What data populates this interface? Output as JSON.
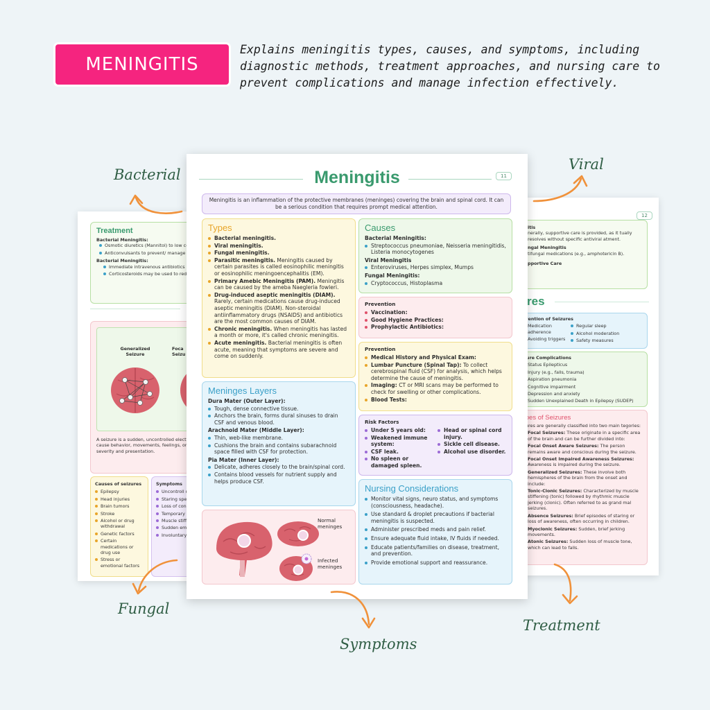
{
  "header": {
    "badge": "MENINGITIS",
    "description": "Explains meningitis types, causes, and symptoms, including diagnostic methods, treatment approaches, and nursing care to prevent complications and manage infection effectively."
  },
  "callouts": {
    "bacterial": "Bacterial",
    "viral": "Viral",
    "fungal": "Fungal",
    "symptoms": "Symptoms",
    "treatment": "Treatment"
  },
  "main": {
    "title": "Meningitis",
    "page_no": "11",
    "intro": "Meningitis is an inflammation of the protective membranes (meninges) covering the brain and spinal cord. It can be a serious condition that requires prompt medical attention.",
    "types": {
      "heading": "Types",
      "items": [
        {
          "b": "Bacterial meningitis.",
          "t": ""
        },
        {
          "b": "Viral meningitis.",
          "t": ""
        },
        {
          "b": "Fungal meningitis.",
          "t": ""
        },
        {
          "b": "Parasitic meningitis.",
          "t": " Meningitis caused by certain parasites is called eosinophilic meningitis or eosinophilic meningoencephalitis (EM)."
        },
        {
          "b": "Primary Amebic Meningitis (PAM).",
          "t": " Meningitis can be caused by the ameba Naegleria fowleri."
        },
        {
          "b": "Drug-induced aseptic meningitis (DIAM).",
          "t": " Rarely, certain medications cause drug-induced aseptic meningitis (DIAM). Non-steroidal antiinflammatory drugs (NSAIDS) and antibiotics are the most common causes of DIAM."
        },
        {
          "b": "Chronic meningitis.",
          "t": " When meningitis has lasted a month or more, it's called chronic meningitis."
        },
        {
          "b": "Acute meningitis.",
          "t": " Bacterial meningitis is often acute, meaning that symptoms are severe and come on suddenly."
        }
      ]
    },
    "layers": {
      "heading": "Meninges Layers",
      "groups": [
        {
          "h": "Dura Mater (Outer Layer):",
          "items": [
            "Tough, dense connective tissue.",
            "Anchors the brain, forms dural sinuses to drain CSF and venous blood."
          ]
        },
        {
          "h": "Arachnoid Mater (Middle Layer):",
          "items": [
            "Thin, web-like membrane.",
            "Cushions the brain and contains subarachnoid space filled with CSF for protection."
          ]
        },
        {
          "h": "Pia Mater (Inner Layer):",
          "items": [
            "Delicate, adheres closely to the brain/spinal cord.",
            "Contains blood vessels for nutrient supply and helps produce CSF."
          ]
        }
      ]
    },
    "image_labels": {
      "normal": "Normal meninges",
      "infected": "Infected meninges"
    },
    "causes": {
      "heading": "Causes",
      "groups": [
        {
          "h": "Bacterial Meningitis:",
          "items": [
            "Streptococcus pneumoniae, Neisseria meningitidis, Listeria monocytogenes"
          ]
        },
        {
          "h": "Viral Meningitis",
          "items": [
            "Enteroviruses, Herpes simplex, Mumps"
          ]
        },
        {
          "h": "Fungal Meningitis:",
          "items": [
            "Cryptococcus, Histoplasma"
          ]
        }
      ]
    },
    "prevention": {
      "heading": "Prevention",
      "items": [
        "Vaccination:",
        "Good Hygiene Practices:",
        "Prophylactic Antibiotics:"
      ]
    },
    "diagnosis": {
      "heading": "Prevention",
      "items": [
        {
          "b": "Medical History and Physical Exam:",
          "t": ""
        },
        {
          "b": "Lumbar Puncture (Spinal Tap):",
          "t": " To collect cerebrospinal fluid (CSF) for analysis, which helps determine the cause of meningitis."
        },
        {
          "b": "Imaging:",
          "t": " CT or MRI scans may be performed to check for swelling or other complications."
        },
        {
          "b": "Blood Tests:",
          "t": ""
        }
      ]
    },
    "risk": {
      "heading": "Risk Factors",
      "left": [
        "Under 5 years old:",
        "Weakened immune system:",
        "CSF leak.",
        "No spleen or damaged spleen."
      ],
      "right": [
        "Head or spinal cord injury.",
        "Sickle cell disease.",
        "Alcohol use disorder."
      ]
    },
    "nursing": {
      "heading": "Nursing Considerations",
      "items": [
        "Monitor vital signs, neuro status, and symptoms (consciousness, headache).",
        "Use standard & droplet precautions if bacterial meningitis is suspected.",
        "Administer prescribed meds and pain relief.",
        "Ensure adequate fluid intake, IV fluids if needed.",
        "Educate patients/families on disease, treatment, and prevention.",
        "Provide emotional support and reassurance."
      ]
    }
  },
  "left_sheet": {
    "treatment_heading": "Treatment",
    "bact1": "Bacterial Meningitis:",
    "bact1_items": [
      "Osmotic diuretics (Mannitol) to low ce edema",
      "Anticonvulsants to prevent/ manage s"
    ],
    "bact2": "Bacterial Meningitis:",
    "bact2_items": [
      "Immediate intravenous antibiotics ( ceftriaxone, vancomycin).",
      "Corticosteroids may be used to redu inflammation"
    ],
    "gen_label": "Generalized Seizure",
    "focal_label": "Foca Seizu",
    "seizure_text": "A seizure is a sudden, uncontrolled electi disturbance in the brain that can cause behavior, movements, feelings, or consc Seizures can vary widely in severity and presentation.",
    "causes_heading": "Causes of seizures",
    "causes_items": [
      "Epilepsy",
      "Head injuries",
      "Brain tumors",
      "Stroke",
      "Alcohol or drug withdrawal",
      "Genetic factors",
      "Certain medications or drug use",
      "Stress or emotional factors"
    ],
    "symptoms_heading": "Symptoms",
    "symptoms_items": [
      "Uncontroll movement",
      "Staring spe",
      "Loss of cons",
      "Temporary (postictal st",
      "Muscle stiff",
      "Sudden em changes",
      "Involuntary"
    ]
  },
  "right_sheet": {
    "page_no": "12",
    "top_h1": "itis",
    "top_t1": "nerally, supportive care is provided, as it tually resolves without specific antiviral atment.",
    "top_h2": "ngal Meningitis",
    "top_t2": "tifungal medications (e.g., amphotericin B).",
    "top_h3": "pportive Care",
    "section_title": "res",
    "prev_heading": "evention of Seizures",
    "prev_left": [
      "Medication adherence",
      "Avoiding triggers"
    ],
    "prev_right": [
      "Regular sleep",
      "Alcohol moderation",
      "Safety measures"
    ],
    "comp_heading": "izure Complications",
    "comp_items": [
      "Status Epilepticus",
      "Injury (e.g., falls, trauma)",
      "Aspiration pneumonia",
      "Cognitive impairment",
      "Depression and anxiety",
      "Sudden Unexplained Death in Epilepsy (SUDEP)"
    ],
    "types_heading": "ypes of Seizures",
    "types_intro": "izures are generally classified into two main tegories:",
    "types_items": [
      {
        "b": "Focal Seizures:",
        "t": " These originate in a specific area of the brain and can be further divided into:"
      },
      {
        "b": "Focal Onset Aware Seizures:",
        "t": " The person remains aware and conscious during the seizure."
      },
      {
        "b": "Focal Onset Impaired Awareness Seizures:",
        "t": " Awareness is impaired during the seizure."
      },
      {
        "b": "Generalized Seizures:",
        "t": " These involve both hemispheres of the brain from the onset and include:"
      },
      {
        "b": "Tonic-Clonic Seizures:",
        "t": " Characterized by muscle stiffening (tonic) followed by rhythmic muscle jerking (clonic). Often referred to as grand mal seizures."
      },
      {
        "b": "Absence Seizures:",
        "t": " Brief episodes of staring or loss of awareness, often occurring in children."
      },
      {
        "b": "Myoclonic Seizures:",
        "t": " Sudden, brief jerking movements."
      },
      {
        "b": "Atonic Seizures:",
        "t": " Sudden loss of muscle tone, which can lead to falls."
      }
    ]
  },
  "colors": {
    "badge": "#f5247f",
    "title_green": "#3a9a6e",
    "blue_heading": "#3aa0c8",
    "arrow": "#f0913a"
  }
}
